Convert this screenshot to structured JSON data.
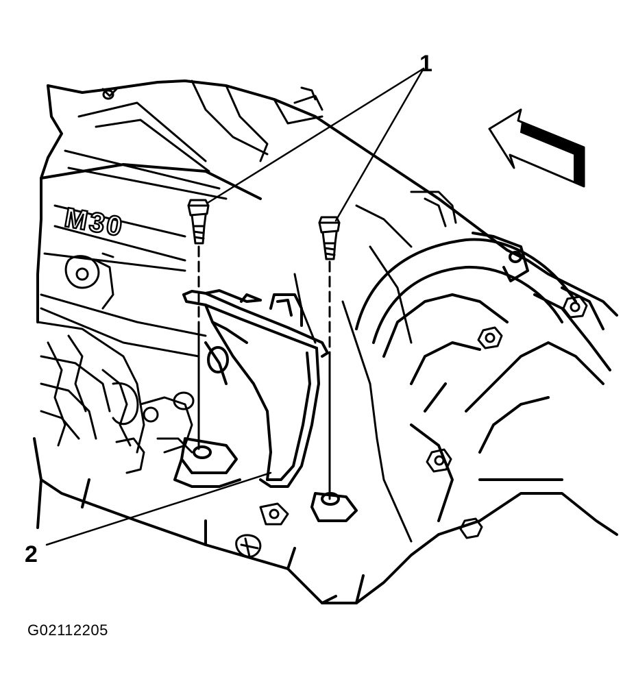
{
  "callouts": {
    "label_1": "1",
    "label_2": "2"
  },
  "case_marking": "M30",
  "figure_id": "G02112205",
  "icons": [
    "view-direction-arrow-icon"
  ],
  "colors": {
    "ink": "#000000",
    "paper": "#ffffff"
  }
}
